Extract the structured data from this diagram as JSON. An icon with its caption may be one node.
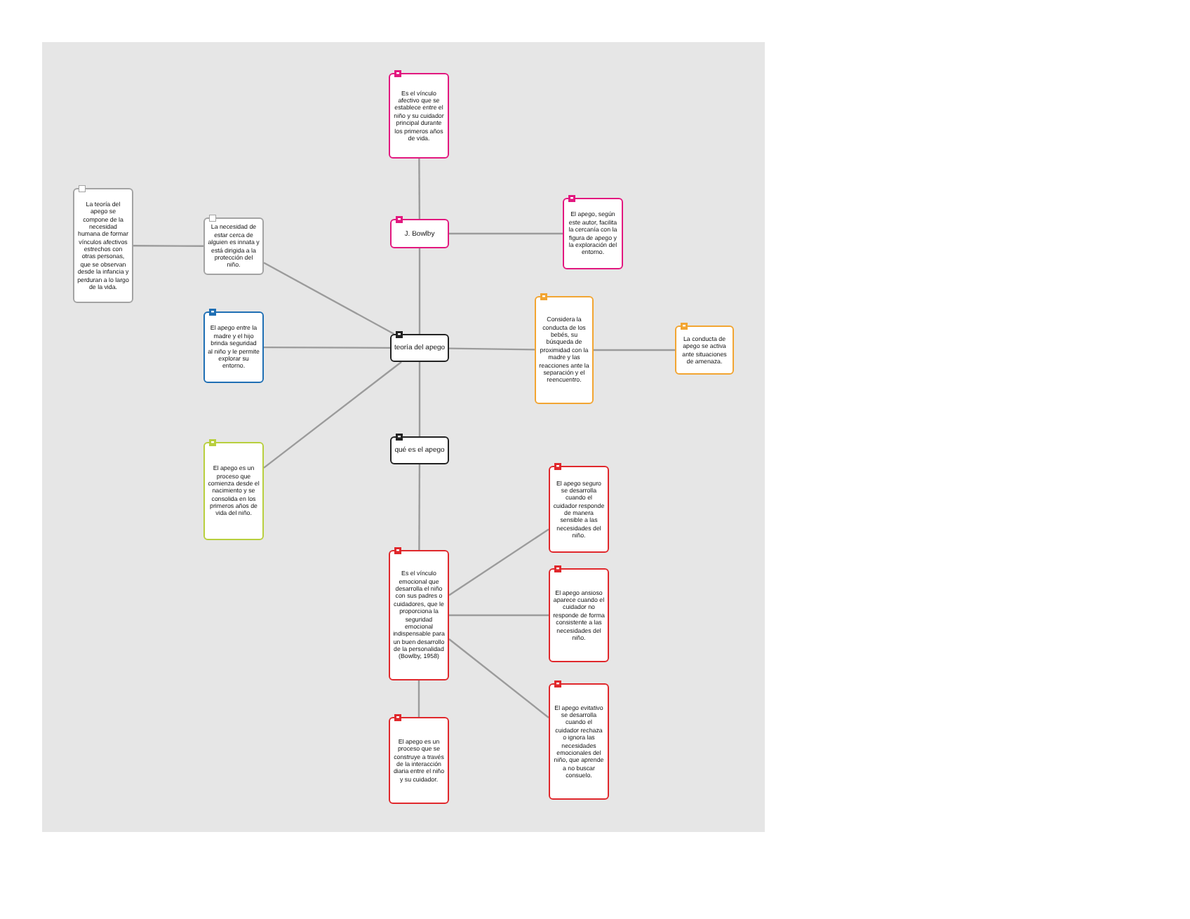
{
  "diagram": {
    "nodes": [
      {
        "text": [
          "teoría del apego"
        ]
      },
      {
        "text": [
          "J. Bowlby"
        ]
      },
      {
        "text": [
          "Es el vínculo afectivo que se establece entre el niño y su cuidador principal durante los primeros años de vida."
        ]
      },
      {
        "text": [
          "El apego, según este autor, facilita la cercanía con la figura de apego y la exploración del entorno."
        ]
      },
      {
        "text": [
          "La necesidad de estar cerca de alguien es innata y está dirigida a la protección del niño."
        ]
      },
      {
        "text": [
          "La teoría del apego se compone de la necesidad humana de formar vínculos afectivos estrechos con otras personas, que se observan desde la infancia y perduran a lo largo de la vida."
        ]
      },
      {
        "text": [
          "El apego entre la madre y el hijo brinda seguridad al niño y le permite explorar su entorno."
        ]
      },
      {
        "text": [
          "Considera la conducta de los bebés, su búsqueda de proximidad con la madre y las reacciones ante la separación y el reencuentro."
        ]
      },
      {
        "text": [
          "La conducta de apego se activa ante situaciones de amenaza."
        ]
      },
      {
        "text": [
          "El apego es un proceso que comienza desde el nacimiento y se consolida en los primeros años de vida del niño."
        ]
      },
      {
        "text": [
          "qué es el apego"
        ]
      },
      {
        "text": [
          "Es el vínculo emocional que desarrolla el niño con sus padres o cuidadores, que le proporciona la seguridad emocional indispensable para un buen desarrollo de la personalidad (Bowlby, 1958)"
        ]
      },
      {
        "text": [
          "El apego es un proceso que se construye a través de la interacción diaria entre el niño y su cuidador."
        ]
      },
      {
        "text": [
          "El apego seguro se desarrolla cuando el cuidador responde de manera sensible a las necesidades del niño."
        ]
      },
      {
        "text": [
          "El apego ansioso aparece cuando el cuidador no responde de forma consistente a las necesidades del niño."
        ]
      },
      {
        "text": [
          "El apego evitativo se desarrolla cuando el cuidador rechaza o ignora las necesidades emocionales del niño, que aprende a no buscar consuelo."
        ]
      }
    ],
    "edges": [
      {
        "from": 0,
        "to": 1,
        "arrow": "none"
      },
      {
        "from": 1,
        "to": 2,
        "arrow": "none"
      },
      {
        "from": 1,
        "to": 3,
        "arrow": "none"
      },
      {
        "from": 0,
        "to": 4,
        "arrow": "none"
      },
      {
        "from": 4,
        "to": 5,
        "arrow": "none"
      },
      {
        "from": 0,
        "to": 6,
        "arrow": "none"
      },
      {
        "from": 0,
        "to": 7,
        "arrow": "none"
      },
      {
        "from": 7,
        "to": 8,
        "arrow": "none"
      },
      {
        "from": 0,
        "to": 9,
        "arrow": "none"
      },
      {
        "from": 0,
        "to": 10,
        "arrow": "none"
      },
      {
        "from": 10,
        "to": 11,
        "arrow": "none"
      },
      {
        "from": 11,
        "to": 12,
        "arrow": "none"
      },
      {
        "from": 11,
        "to": 13,
        "arrow": "none"
      },
      {
        "from": 11,
        "to": 14,
        "arrow": "none"
      },
      {
        "from": 11,
        "to": 15,
        "arrow": "none"
      }
    ]
  }
}
